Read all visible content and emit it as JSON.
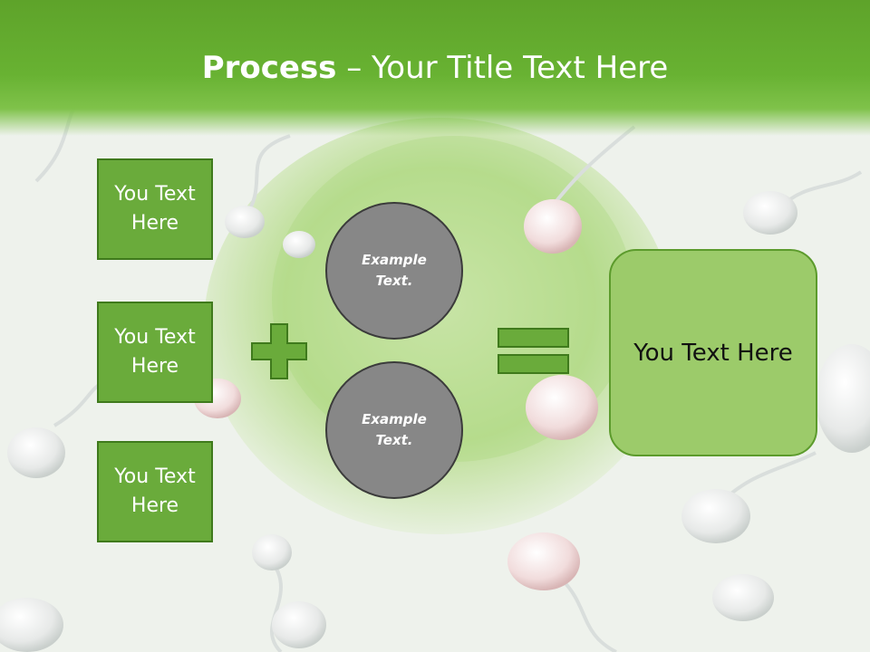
{
  "slide": {
    "title_bold": "Process",
    "title_rest": " – Your Title Text Here"
  },
  "left_boxes": [
    {
      "label": "You Text Here"
    },
    {
      "label": "You Text Here"
    },
    {
      "label": "You Text Here"
    }
  ],
  "circles": [
    {
      "label": "Example Text."
    },
    {
      "label": "Example Text."
    }
  ],
  "result": {
    "label": "You Text Here"
  },
  "colors": {
    "accent": "#6aab3b",
    "header": "#68b232",
    "circle": "#878787",
    "result": "#9ccb6a"
  }
}
